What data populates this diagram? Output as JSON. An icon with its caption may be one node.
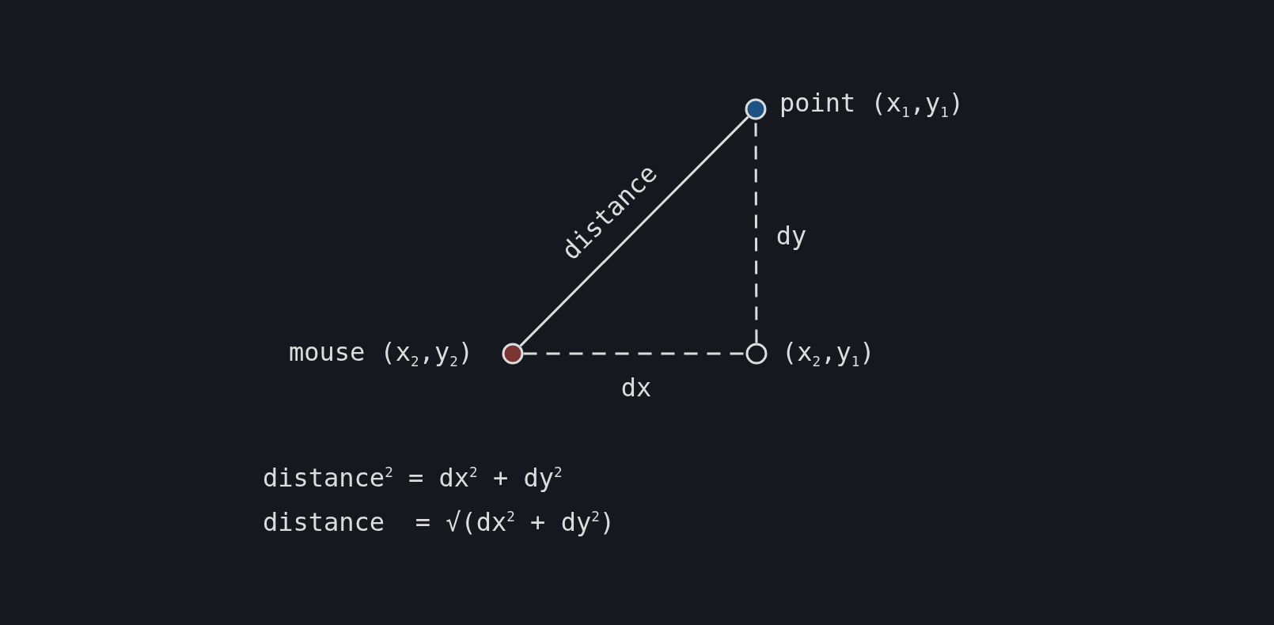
{
  "diagram": {
    "nodes": [
      {
        "text": [],
        "shape": "circle",
        "beside": [
          "point (x$_{1}$,y$_{1}$)"
        ]
      },
      {
        "text": [],
        "shape": "circle",
        "beside": [
          "mouse (x$_{2}$,y$_{2}$)"
        ]
      },
      {
        "text": [],
        "shape": "circle",
        "beside": [
          "(x$_{2}$,y$_{1}$)"
        ]
      }
    ],
    "edges": [
      {
        "from": 1,
        "to": 0,
        "arrow": "none",
        "label": "distance"
      },
      {
        "from": 1,
        "to": 2,
        "arrow": "none",
        "label": "dx",
        "style": "dashed"
      },
      {
        "from": 2,
        "to": 0,
        "arrow": "none",
        "label": "dy",
        "style": "dashed"
      }
    ],
    "labels": [
      "distance$^{2}$ = dx$^{2}$ + dy$^{2}$",
      "distance  = √(dx$^{2}$ + dy$^{2}$)"
    ]
  }
}
